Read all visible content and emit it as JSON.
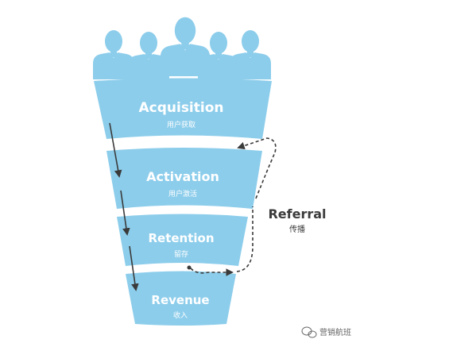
{
  "colors": {
    "funnel": "#8ccdeb",
    "funnel_edge": "#b9e1f4",
    "people": "#8ccdeb",
    "arrow": "#3a3a3a",
    "referral": "#3a3a3a"
  },
  "stages": [
    {
      "title": "Acquisition",
      "subtitle": "用户获取"
    },
    {
      "title": "Activation",
      "subtitle": "用户激活"
    },
    {
      "title": "Retention",
      "subtitle": "留存"
    },
    {
      "title": "Revenue",
      "subtitle": "收入"
    }
  ],
  "referral": {
    "title": "Referral",
    "subtitle": "传播"
  },
  "watermark": {
    "icon": "wechat-icon",
    "text": "营销航班"
  },
  "icons": {
    "people": "person-silhouette-icon"
  }
}
